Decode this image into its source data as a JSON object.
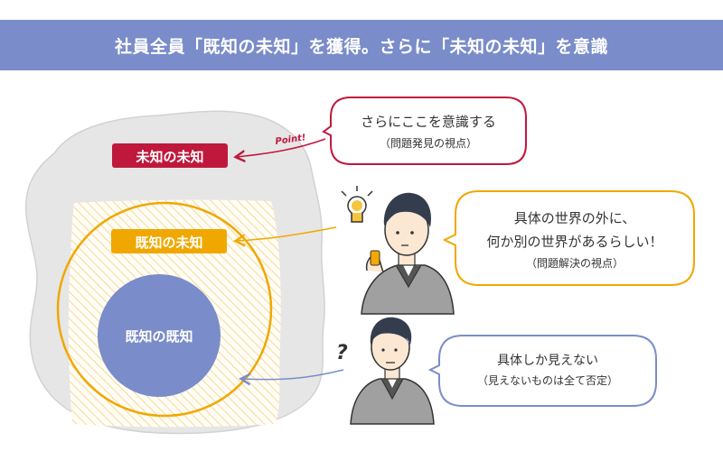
{
  "header": {
    "title": "社員全員「既知の未知」を獲得。さらに「未知の未知」を意識"
  },
  "colors": {
    "header_bg": "#7a8cc9",
    "unknown_unknown": "#c0183c",
    "known_unknown": "#f0a800",
    "known_known": "#7a8cc9",
    "gray_area": "#e6e6e6"
  },
  "labels": {
    "unknown_unknown": "未知の未知",
    "known_unknown": "既知の未知",
    "known_known": "既知の既知",
    "point": "Point!"
  },
  "bubbles": {
    "top": {
      "line1": "さらにここを意識する",
      "line2": "（問題発見の視点）"
    },
    "middle": {
      "line1": "具体の世界の外に、",
      "line2": "何か別の世界があるらしい！",
      "line3": "（問題解決の視点）"
    },
    "bottom": {
      "line1": "具体しか見えない",
      "line2": "（見えないものは全て否定）"
    }
  },
  "marks": {
    "question": "?"
  },
  "icons": [
    "lightbulb-icon",
    "person-thinking-icon",
    "person-confused-icon"
  ]
}
